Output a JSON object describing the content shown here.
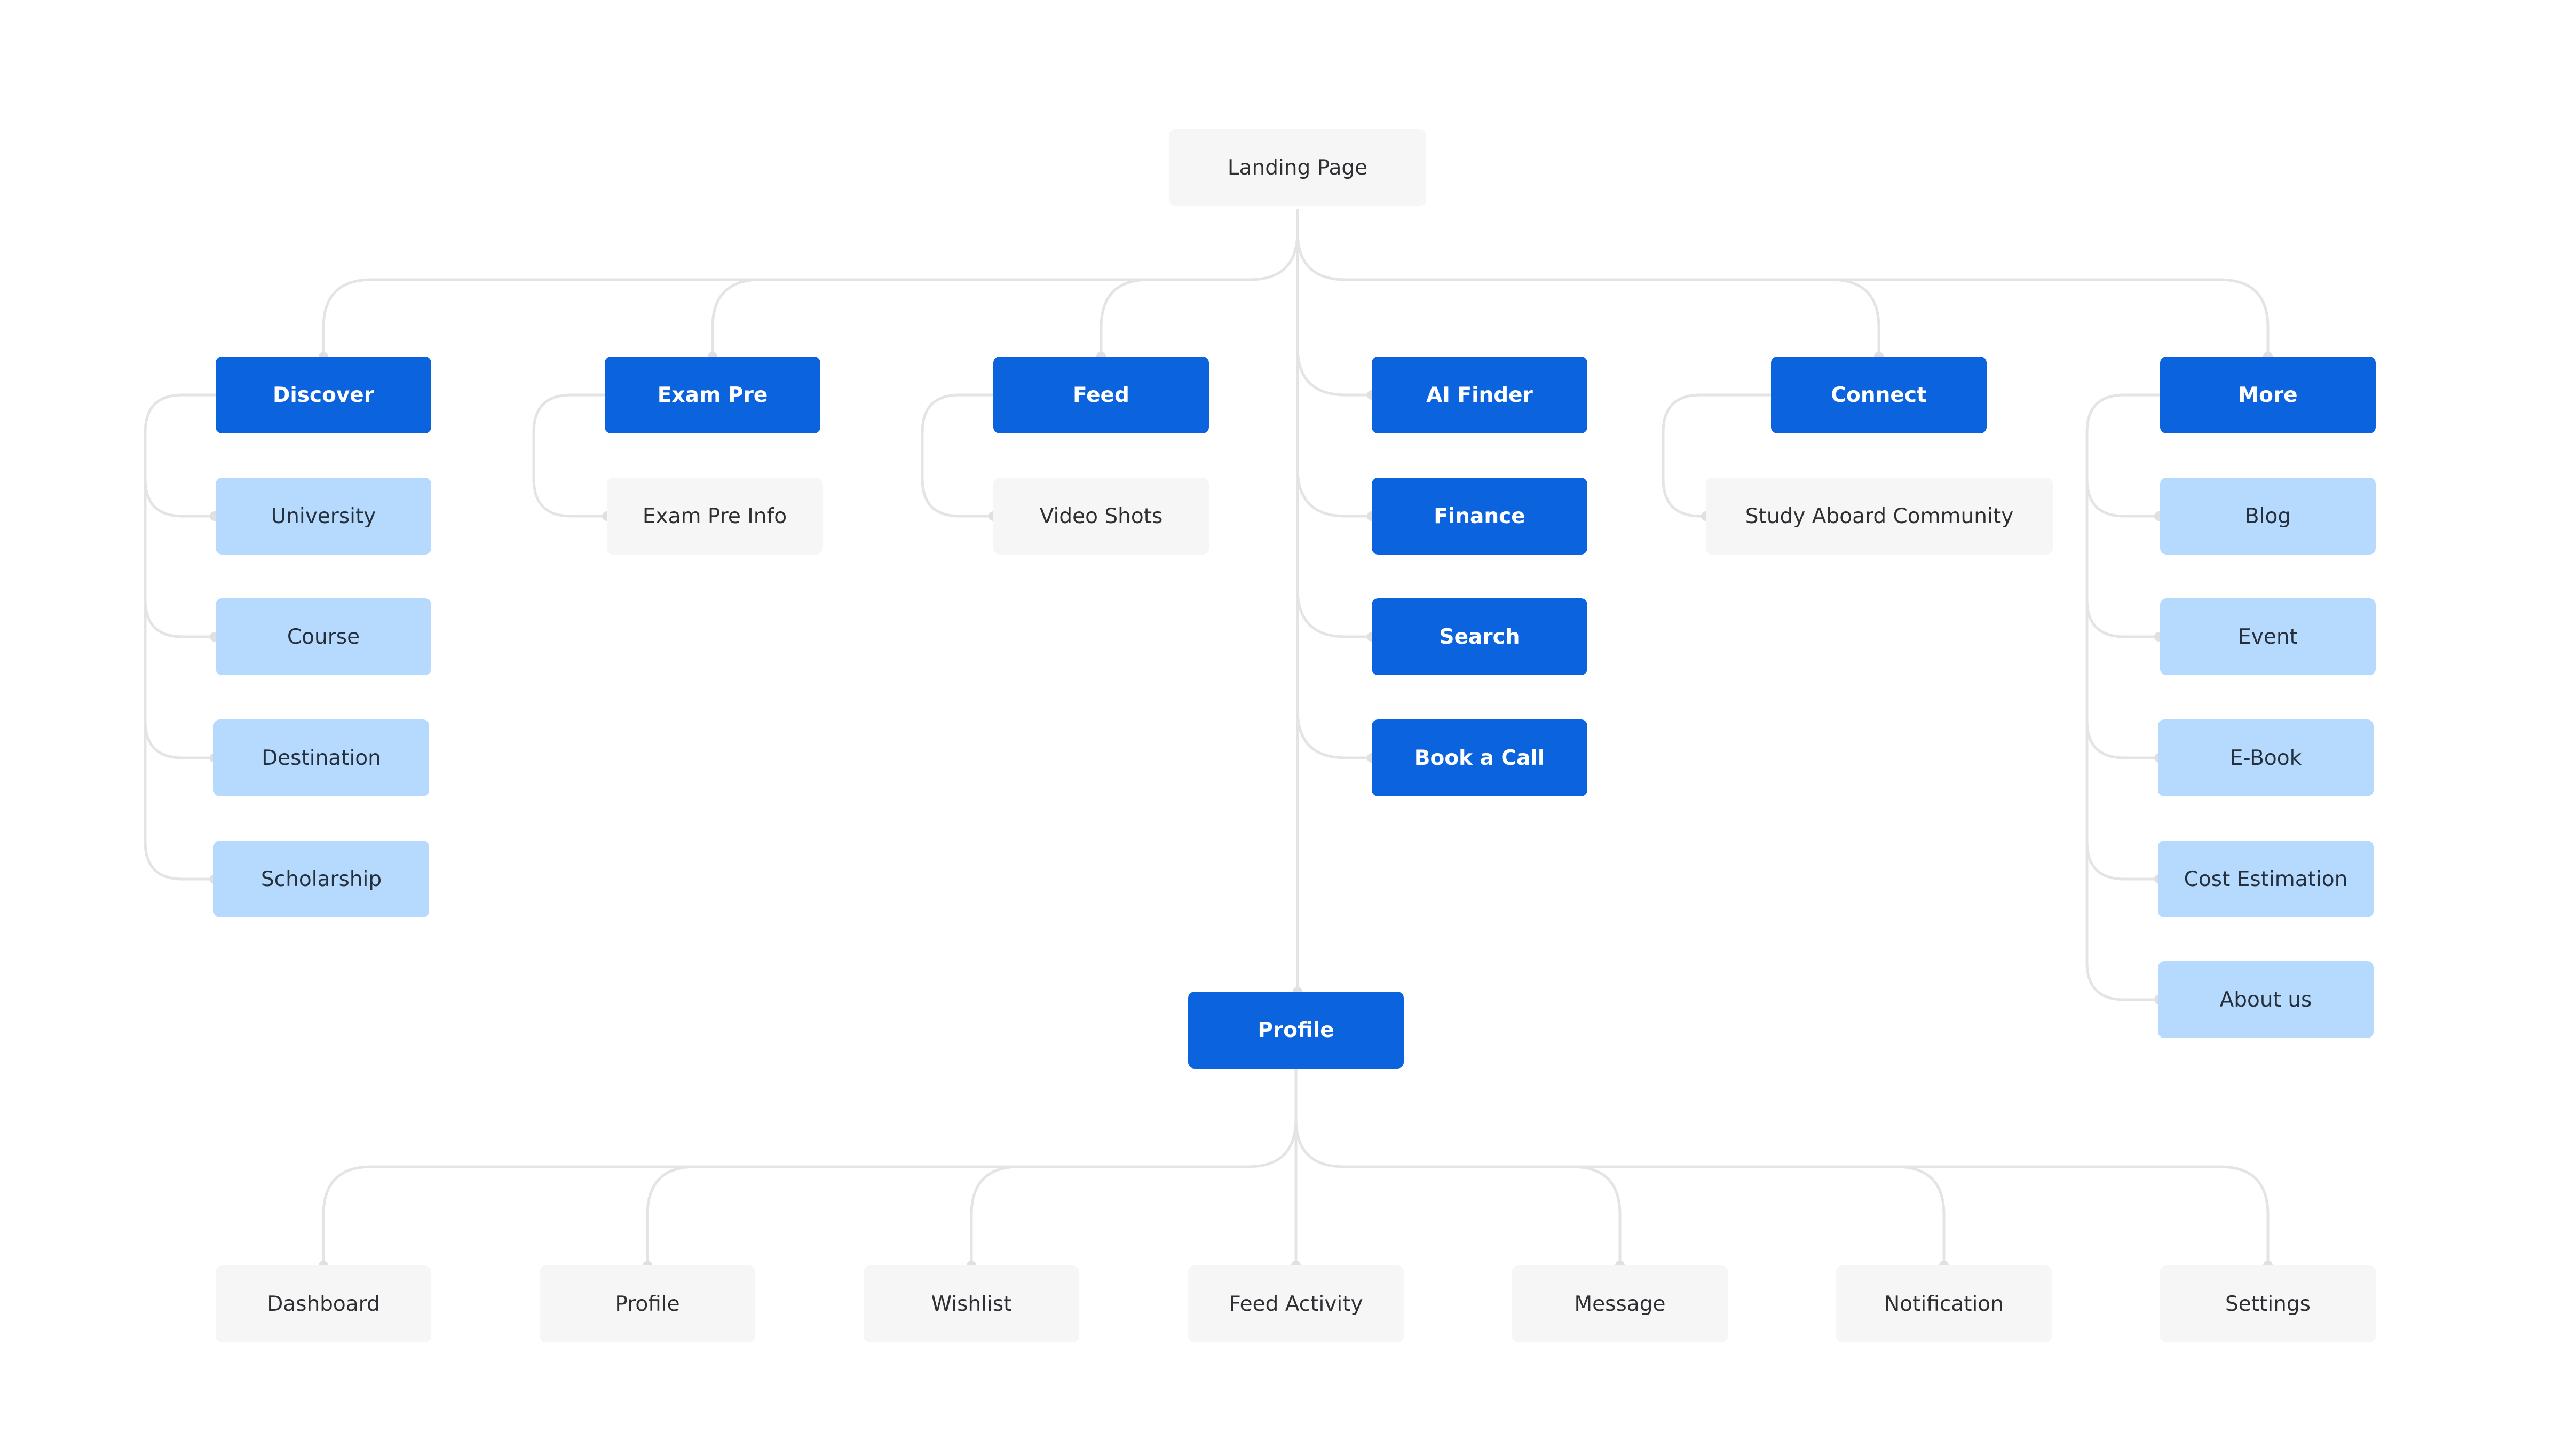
{
  "colors": {
    "primary": "#0b63dd",
    "light": "#b5dafd",
    "plain": "#f6f6f6",
    "connector": "#e4e4e6"
  },
  "root": "Landing Page",
  "top_sections": {
    "discover": {
      "label": "Discover",
      "children": [
        "University",
        "Course",
        "Destination",
        "Scholarship"
      ]
    },
    "exam_pre": {
      "label": "Exam Pre",
      "children": [
        "Exam Pre Info"
      ]
    },
    "feed": {
      "label": "Feed",
      "children": [
        "Video Shots"
      ]
    },
    "center_column": [
      "AI Finder",
      "Finance",
      "Search",
      "Book a Call"
    ],
    "connect": {
      "label": "Connect",
      "children": [
        "Study Aboard Community"
      ]
    },
    "more": {
      "label": "More",
      "children": [
        "Blog",
        "Event",
        "E-Book",
        "Cost Estimation",
        "About us"
      ]
    }
  },
  "profile": {
    "label": "Profile",
    "children": [
      "Dashboard",
      "Profile",
      "Wishlist",
      "Feed Activity",
      "Message",
      "Notification",
      "Settings"
    ]
  }
}
